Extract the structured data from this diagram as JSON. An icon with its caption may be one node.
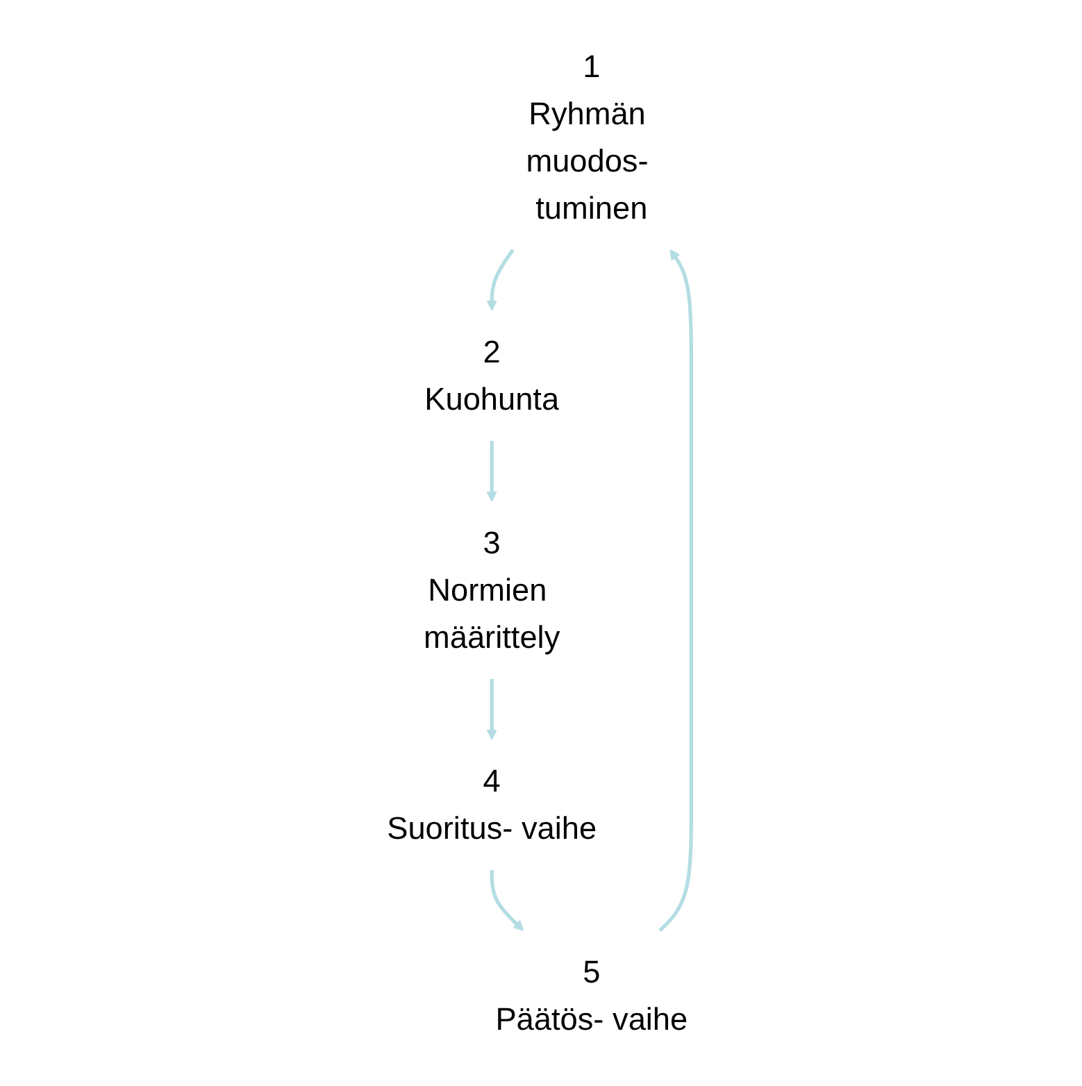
{
  "diagram": {
    "nodes": [
      {
        "text": [
          "1",
          "Ryhmän muodos- tuminen"
        ]
      },
      {
        "text": [
          "2",
          "Kuohunta"
        ]
      },
      {
        "text": [
          "3",
          "Normien määrittely"
        ]
      },
      {
        "text": [
          "4",
          "Suoritus- vaihe"
        ]
      },
      {
        "text": [
          "5",
          "Päätös- vaihe"
        ]
      }
    ],
    "edges": [
      {
        "from": 4,
        "to": 0,
        "arrow": "to"
      },
      {
        "from": 0,
        "to": 1,
        "arrow": "to"
      },
      {
        "from": 1,
        "to": 2,
        "arrow": "to"
      },
      {
        "from": 2,
        "to": 3,
        "arrow": "to"
      },
      {
        "from": 3,
        "to": 4,
        "arrow": "to"
      }
    ]
  }
}
